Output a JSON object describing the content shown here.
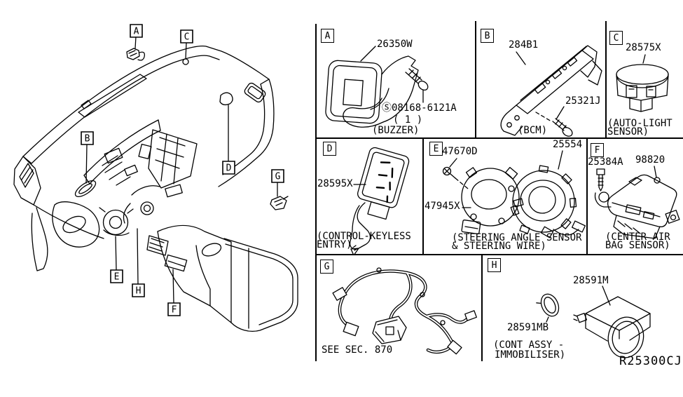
{
  "doc": {
    "ref_code": "R25300CJ",
    "background": "#ffffff",
    "line_color": "#000000"
  },
  "left_diagram": {
    "callouts": [
      {
        "letter": "A"
      },
      {
        "letter": "B"
      },
      {
        "letter": "C"
      },
      {
        "letter": "D"
      },
      {
        "letter": "E"
      },
      {
        "letter": "F"
      },
      {
        "letter": "G"
      },
      {
        "letter": "H"
      }
    ]
  },
  "panels": {
    "a": {
      "letter": "A",
      "part": "26350W",
      "screw_part": "Ⓢ08168-6121A",
      "screw_qty": "( 1 )",
      "caption": "(BUZZER)"
    },
    "b": {
      "letter": "B",
      "part": "284B1",
      "screw_part": "25321J",
      "caption": "(BCM)"
    },
    "c": {
      "letter": "C",
      "part": "28575X",
      "caption_line1": "(AUTO-LIGHT",
      "caption_line2": "SENSOR)"
    },
    "d": {
      "letter": "D",
      "part": "28595X",
      "caption_line1": "(CONTROL-KEYLESS",
      "caption_line2": "ENTRY)"
    },
    "e": {
      "letter": "E",
      "part_screw": "47670D",
      "part_cable": "25554",
      "part_sensor": "47945X",
      "caption_line1": "(STEERING ANGLE SENSOR",
      "caption_line2": "& STEERING WIRE)"
    },
    "f": {
      "letter": "F",
      "part_bolt": "25384A",
      "part": "98820",
      "caption_line1": "(CENTER AIR",
      "caption_line2": "BAG SENSOR)"
    },
    "g": {
      "letter": "G",
      "caption": "SEE SEC. 870"
    },
    "h": {
      "letter": "H",
      "part": "28591M",
      "part_clamp": "28591MB",
      "caption_line1": "(CONT ASSY -",
      "caption_line2": "IMMOBILISER)"
    }
  }
}
